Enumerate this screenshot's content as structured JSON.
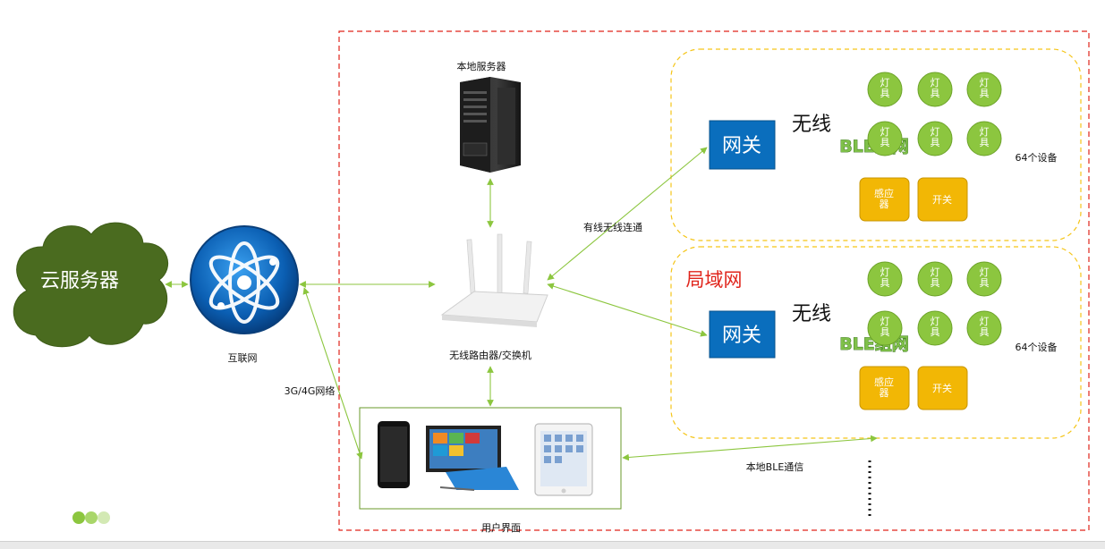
{
  "labels": {
    "cloud": "云服务器",
    "internet": "互联网",
    "local_server": "本地服务器",
    "router": "无线路由器/交换机",
    "wired_wireless": "有线无线连通",
    "mobile_network": "3G/4G网络",
    "user_interface": "用户界面",
    "local_ble": "本地BLE通信",
    "lan": "局域网"
  },
  "groups": [
    {
      "gateway": "网关",
      "wireless": "无线",
      "ble_mesh": "BLE组网",
      "device_count": "64个设备",
      "lamps": [
        "灯具",
        "灯具",
        "灯具",
        "灯具",
        "灯具",
        "灯具"
      ],
      "sensor": "感应器",
      "switch": "开关"
    },
    {
      "gateway": "网关",
      "wireless": "无线",
      "ble_mesh": "BLE组网",
      "device_count": "64个设备",
      "lamps": [
        "灯具",
        "灯具",
        "灯具",
        "灯具",
        "灯具",
        "灯具"
      ],
      "sensor": "感应器",
      "switch": "开关"
    }
  ],
  "colors": {
    "cloud": "#4a6b1f",
    "arrow": "#8cc63f",
    "gateway": "#0a6ebd",
    "lamp": "#8cc63f",
    "device": "#f2b705",
    "dashed_lan": "#e0241b",
    "dashed_group": "#f5c518",
    "ble_text": "#7fc04a"
  }
}
